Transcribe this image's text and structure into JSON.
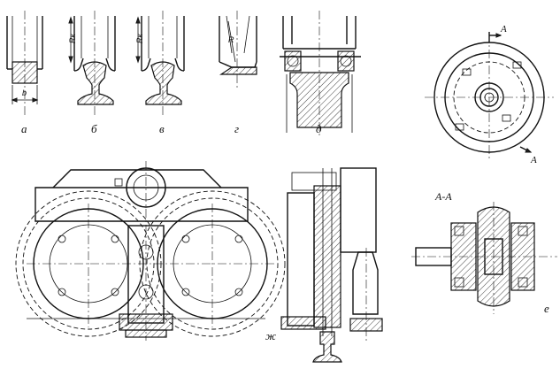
{
  "labels": {
    "a": "а",
    "b_letter": "б",
    "v": "в",
    "g": "г",
    "d": "д",
    "zh": "ж",
    "e": "е"
  },
  "dimensions": {
    "b": "b",
    "rk1": "Rк",
    "rk2": "Rк",
    "r": "R"
  },
  "section": {
    "mark_top": "А",
    "mark_bottom": "А",
    "title": "А-А"
  }
}
